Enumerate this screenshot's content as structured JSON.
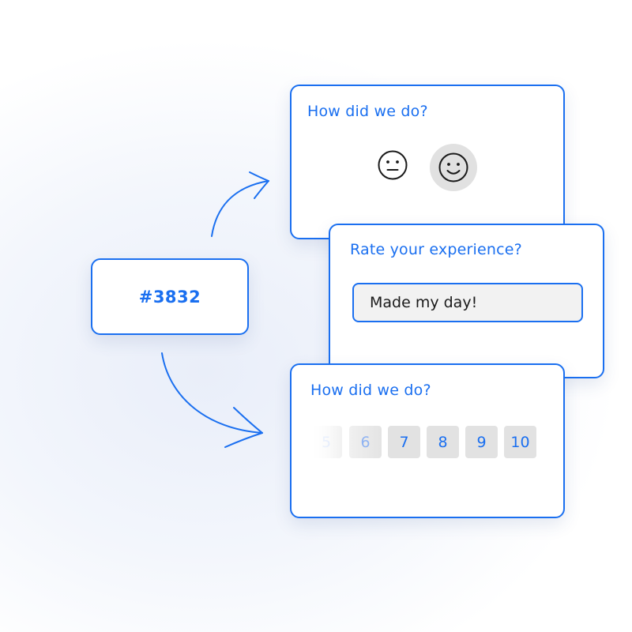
{
  "ticket": {
    "label": "#3832"
  },
  "emoji_card": {
    "title": "How did we do?",
    "options": [
      {
        "icon": "neutral-face-icon",
        "selected": false
      },
      {
        "icon": "smiling-face-icon",
        "selected": true
      }
    ]
  },
  "text_card": {
    "title": "Rate your experience?",
    "answer_value": "Made my day!"
  },
  "scale_card": {
    "title": "How did we do?",
    "options": [
      "5",
      "6",
      "7",
      "8",
      "9",
      "10"
    ]
  },
  "arrows": {
    "top": "arrow-up-right-icon",
    "bottom": "arrow-down-right-icon"
  },
  "colors": {
    "accent": "#1a6ff0",
    "selected_background": "#e1e1e1",
    "scale_button_background": "#e2e2e2",
    "field_background": "#f2f2f2"
  }
}
